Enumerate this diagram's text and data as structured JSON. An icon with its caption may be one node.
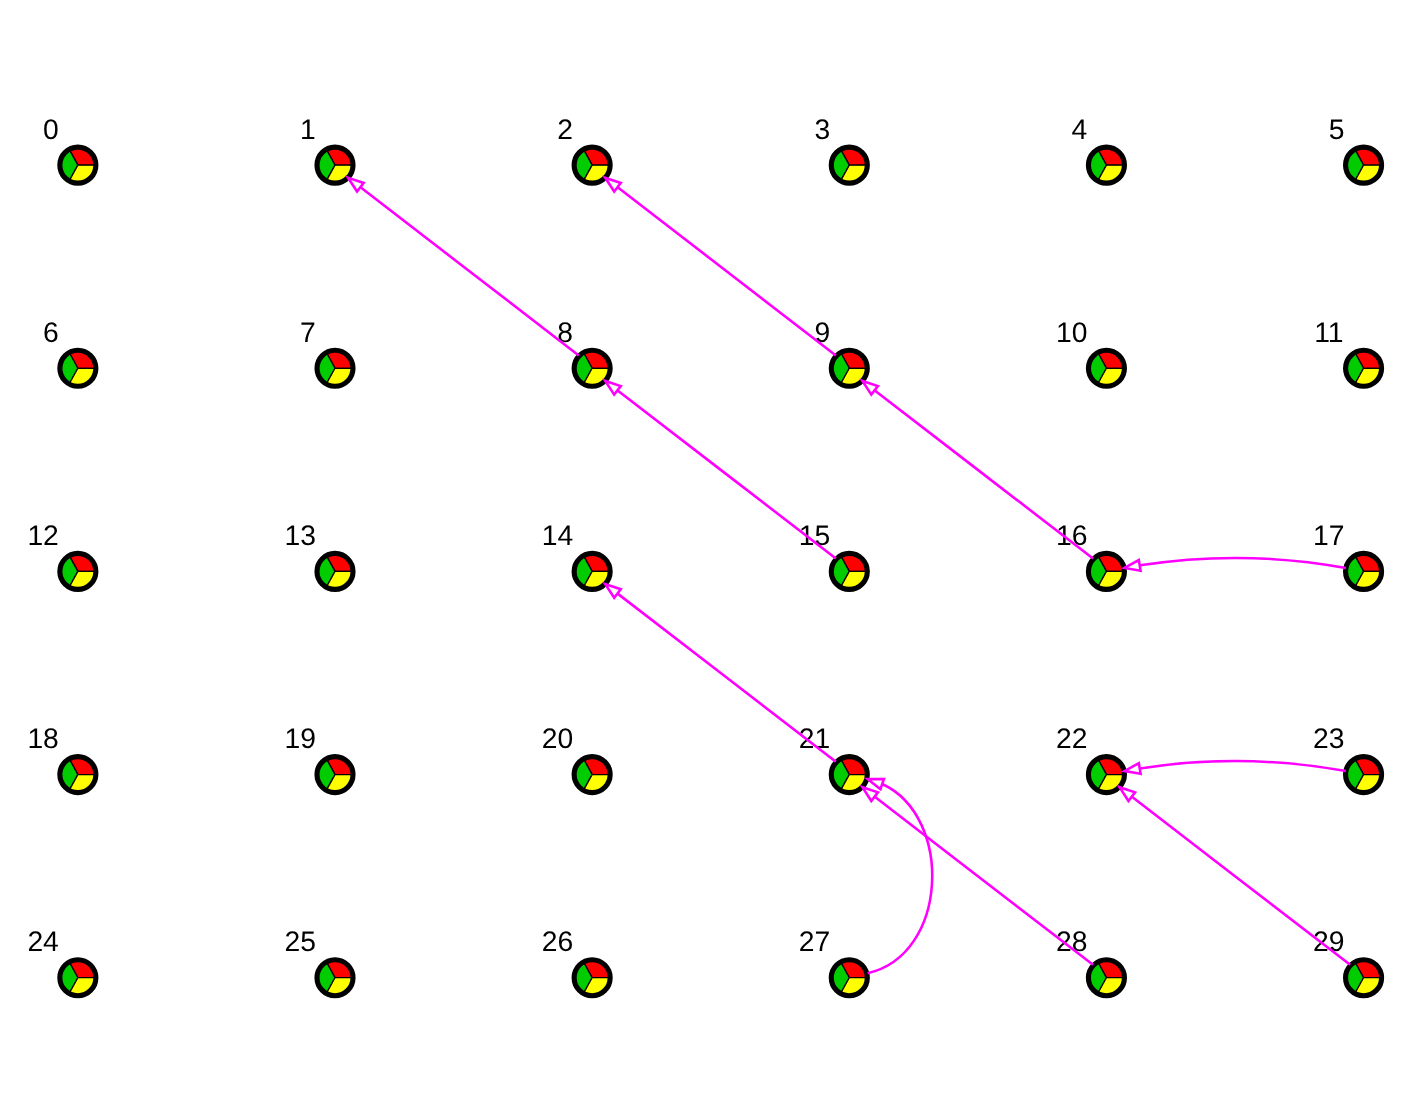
{
  "diagram": {
    "nodes": [
      {
        "text": [
          "0"
        ]
      },
      {
        "text": [
          "1"
        ]
      },
      {
        "text": [
          "2"
        ]
      },
      {
        "text": [
          "3"
        ]
      },
      {
        "text": [
          "4"
        ]
      },
      {
        "text": [
          "5"
        ]
      },
      {
        "text": [
          "6"
        ]
      },
      {
        "text": [
          "7"
        ]
      },
      {
        "text": [
          "8"
        ]
      },
      {
        "text": [
          "9"
        ]
      },
      {
        "text": [
          "10"
        ]
      },
      {
        "text": [
          "11"
        ]
      },
      {
        "text": [
          "12"
        ]
      },
      {
        "text": [
          "13"
        ]
      },
      {
        "text": [
          "14"
        ]
      },
      {
        "text": [
          "15"
        ]
      },
      {
        "text": [
          "16"
        ]
      },
      {
        "text": [
          "17"
        ]
      },
      {
        "text": [
          "18"
        ]
      },
      {
        "text": [
          "19"
        ]
      },
      {
        "text": [
          "20"
        ]
      },
      {
        "text": [
          "21"
        ]
      },
      {
        "text": [
          "22"
        ]
      },
      {
        "text": [
          "23"
        ]
      },
      {
        "text": [
          "24"
        ]
      },
      {
        "text": [
          "25"
        ]
      },
      {
        "text": [
          "26"
        ]
      },
      {
        "text": [
          "27"
        ]
      },
      {
        "text": [
          "28"
        ]
      },
      {
        "text": [
          "29"
        ]
      }
    ],
    "edges": [
      {
        "from": 8,
        "to": 1,
        "arrow": "to"
      },
      {
        "from": 9,
        "to": 2,
        "arrow": "to"
      },
      {
        "from": 15,
        "to": 8,
        "arrow": "to"
      },
      {
        "from": 16,
        "to": 9,
        "arrow": "to"
      },
      {
        "from": 17,
        "to": 16,
        "arrow": "to"
      },
      {
        "from": 21,
        "to": 14,
        "arrow": "to"
      },
      {
        "from": 23,
        "to": 22,
        "arrow": "to"
      },
      {
        "from": 27,
        "to": 21,
        "arrow": "to"
      },
      {
        "from": 28,
        "to": 21,
        "arrow": "to"
      },
      {
        "from": 29,
        "to": 22,
        "arrow": "to"
      }
    ]
  }
}
